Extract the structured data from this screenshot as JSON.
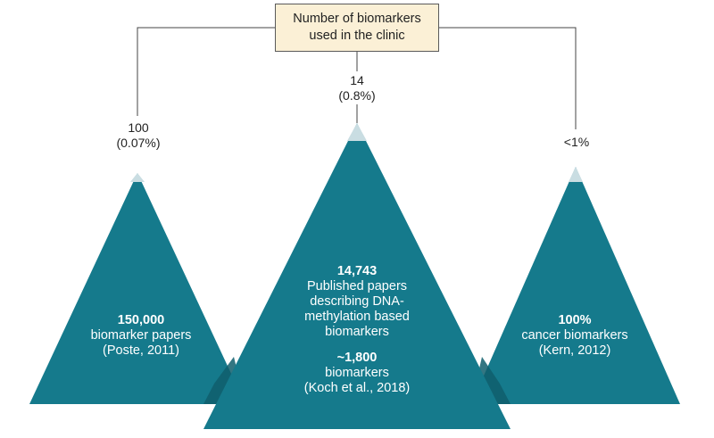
{
  "top_box": {
    "line1": "Number of biomarkers",
    "line2": "used in the clinic"
  },
  "left": {
    "label_count": "100",
    "label_percent": "(0.07%)",
    "headline": "150,000",
    "text": "biomarker papers",
    "source": "(Poste, 2011)"
  },
  "center": {
    "label_count": "14",
    "label_percent": "(0.8%)",
    "headline": "14,743",
    "text_lines": [
      "Published papers",
      "describing DNA-",
      "methylation based",
      "biomarkers"
    ],
    "headline2": "~1,800",
    "text2": "biomarkers",
    "source": "(Koch et al., 2018)"
  },
  "right": {
    "label_percent": "<1%",
    "headline": "100%",
    "text": "cancer biomarkers",
    "source": "(Kern, 2012)"
  },
  "colors": {
    "triangle_fill": "#157a8c",
    "triangle_shadow": "#0f5e6c",
    "tip_fill": "#c9dde2",
    "box_fill": "#fbf0d6",
    "line": "#444444"
  }
}
